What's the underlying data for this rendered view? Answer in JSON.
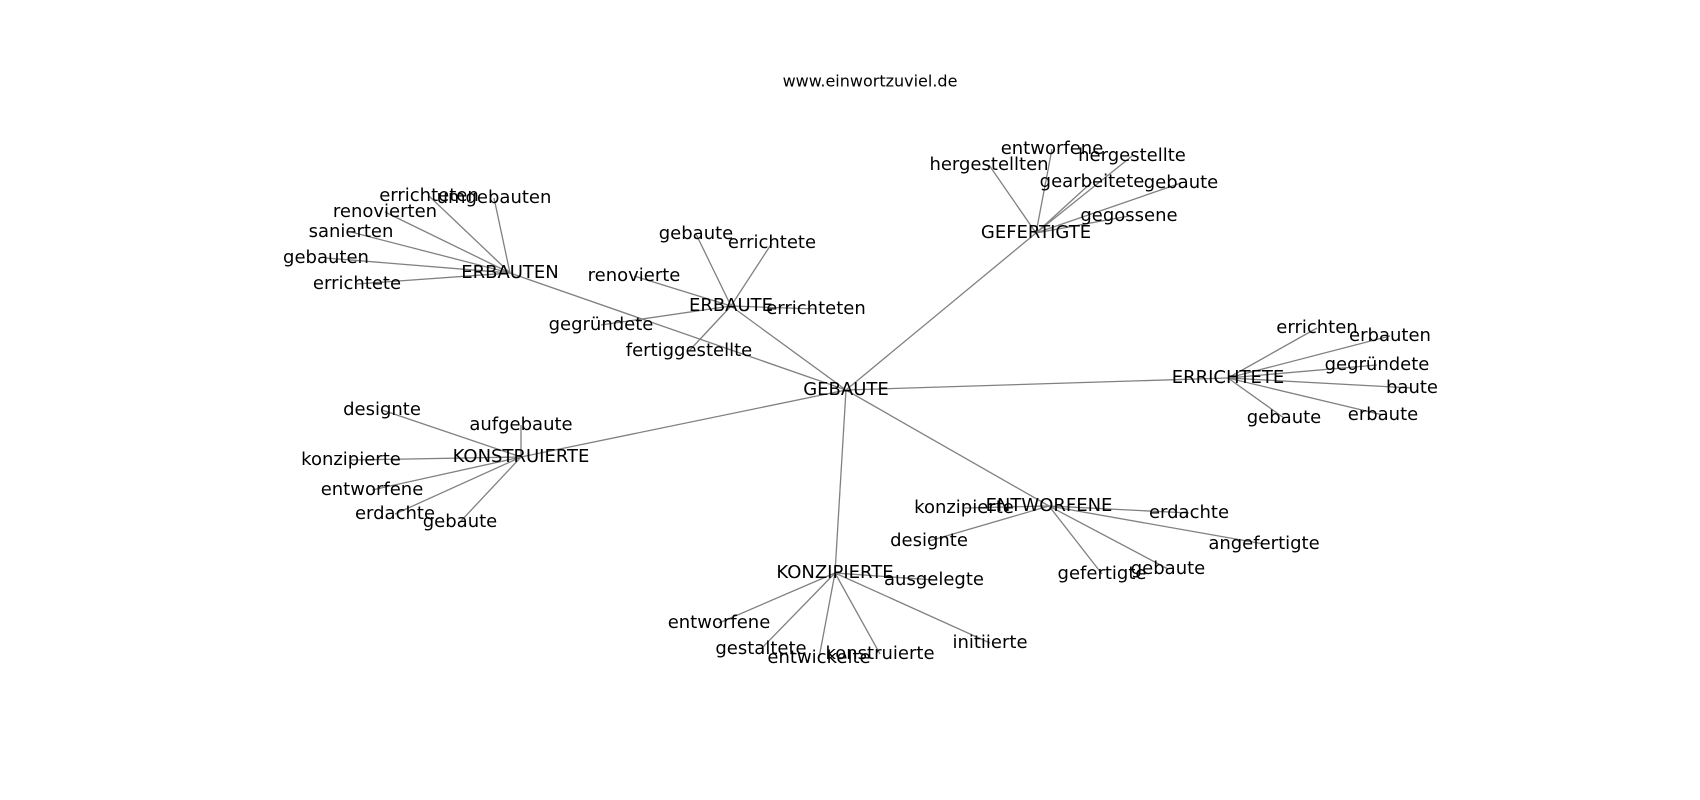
{
  "title": "www.einwortzuviel.de",
  "colors": {
    "edge": "#808080",
    "text": "#000000",
    "background": "#ffffff"
  },
  "root": "GEBAUTE",
  "clusters": [
    {
      "hub": "ERBAUTEN",
      "leaves": [
        "errichteten",
        "umgebauten",
        "renovierten",
        "sanierten",
        "gebauten",
        "errichtete"
      ]
    },
    {
      "hub": "ERBAUTE",
      "leaves": [
        "gebaute",
        "errichtete",
        "renovierte",
        "errichteten",
        "gegründete",
        "fertiggestellte"
      ]
    },
    {
      "hub": "GEFERTIGTE",
      "leaves": [
        "entworfene",
        "hergestellte",
        "hergestellten",
        "gearbeitete",
        "gebaute",
        "gegossene"
      ]
    },
    {
      "hub": "ERRICHTETE",
      "leaves": [
        "errichten",
        "erbauten",
        "gegründete",
        "baute",
        "gebaute",
        "erbaute"
      ]
    },
    {
      "hub": "KONSTRUIERTE",
      "leaves": [
        "designte",
        "aufgebaute",
        "konzipierte",
        "entworfene",
        "erdachte",
        "gebaute"
      ]
    },
    {
      "hub": "ENTWORFENE",
      "leaves": [
        "konzipierte",
        "erdachte",
        "designte",
        "angefertigte",
        "gefertigte",
        "gebaute"
      ]
    },
    {
      "hub": "KONZIPIERTE",
      "leaves": [
        "ausgelegte",
        "entworfene",
        "initiierte",
        "gestaltete",
        "konstruierte",
        "entwickelte"
      ]
    }
  ]
}
